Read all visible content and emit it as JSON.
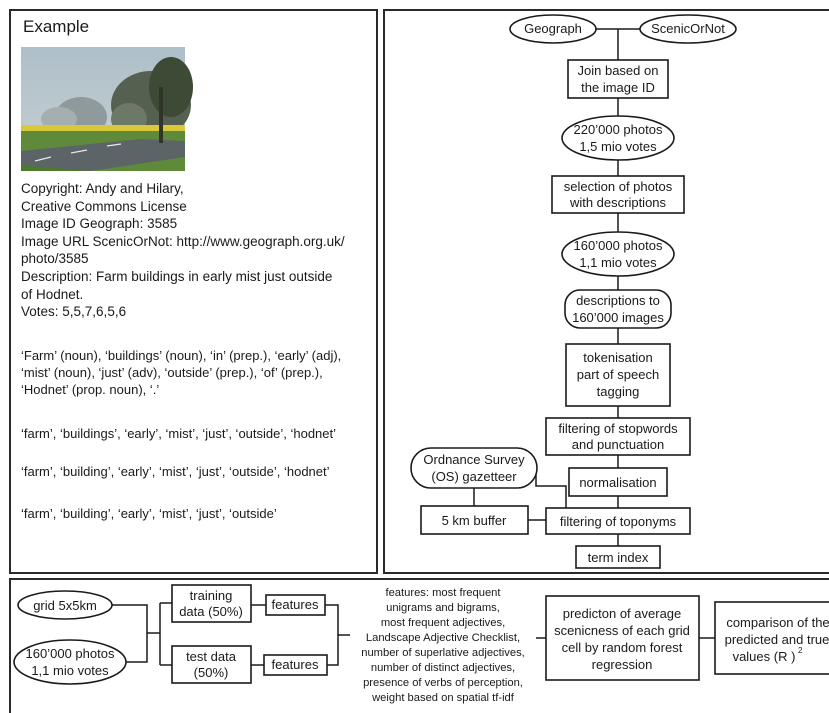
{
  "example": {
    "title": "Example",
    "photo_description": "misty country road with trees",
    "lines": [
      "Copyright: Andy and Hilary,",
      "Creative Commons License",
      "Image ID Geograph: 3585",
      "Image URL ScenicOrNot: http://www.geograph.org.uk/",
      "photo/3585",
      "Description: Farm buildings in early mist just outside",
      "of Hodnet.",
      "Votes: 5,5,7,6,5,6"
    ],
    "pos_tags": [
      "‘Farm’ (noun), ‘buildings’ (noun), ‘in’ (prep.), ‘early’ (adj),",
      "‘mist’ (noun), ‘just’ (adv), ‘outside’ (prep.), ‘of’ (prep.),",
      "‘Hodnet’ (prop. noun), ‘.’"
    ],
    "tokens_1": "‘farm’, ‘buildings’, ‘early’, ‘mist’, ‘just’, ‘outside’, ‘hodnet’",
    "tokens_2": "‘farm’, ‘building’, ‘early’, ‘mist’, ‘just’, ‘outside’, ‘hodnet’",
    "tokens_3": "‘farm’, ‘building’, ‘early’, ‘mist’, ‘just’, ‘outside’"
  },
  "flow": {
    "geograph": "Geograph",
    "scenicornot": "ScenicOrNot",
    "join": [
      "Join based on",
      "the image ID"
    ],
    "photos_220": [
      "220’000 photos",
      "1,5 mio votes"
    ],
    "selection": [
      "selection of photos",
      "with descriptions"
    ],
    "photos_160": [
      "160’000 photos",
      "1,1 mio votes"
    ],
    "descriptions": [
      "descriptions to",
      "160’000 images"
    ],
    "tokenisation": [
      "tokenisation",
      "part of speech",
      "tagging"
    ],
    "filter_stop": [
      "filtering of stopwords",
      "and punctuation"
    ],
    "ordnance": [
      "Ordnance Survey",
      "(OS) gazetteer"
    ],
    "normalisation": "normalisation",
    "buffer": "5 km buffer",
    "filter_toponyms": "filtering of  toponyms",
    "term_index": "term index"
  },
  "bottom": {
    "grid": "grid 5x5km",
    "photos": [
      "160’000 photos",
      "1,1 mio votes"
    ],
    "training": [
      "training",
      "data (50%)"
    ],
    "test": [
      "test data",
      "(50%)"
    ],
    "features_1": "features",
    "features_2": "features",
    "feature_list": [
      "features: most frequent",
      "unigrams and bigrams,",
      "most frequent adjectives,",
      "Landscape Adjective Checklist,",
      "number of superlative adjectives,",
      "number of distinct adjectives,",
      "presence of verbs of perception,",
      "weight based on spatial tf-idf"
    ],
    "prediction": [
      "predicton of average",
      "scenicness of each grid",
      "cell by random forest",
      "regression"
    ],
    "comparison": [
      "comparison of the",
      "predicted and true",
      "values (R )"
    ],
    "superscript": "2"
  }
}
